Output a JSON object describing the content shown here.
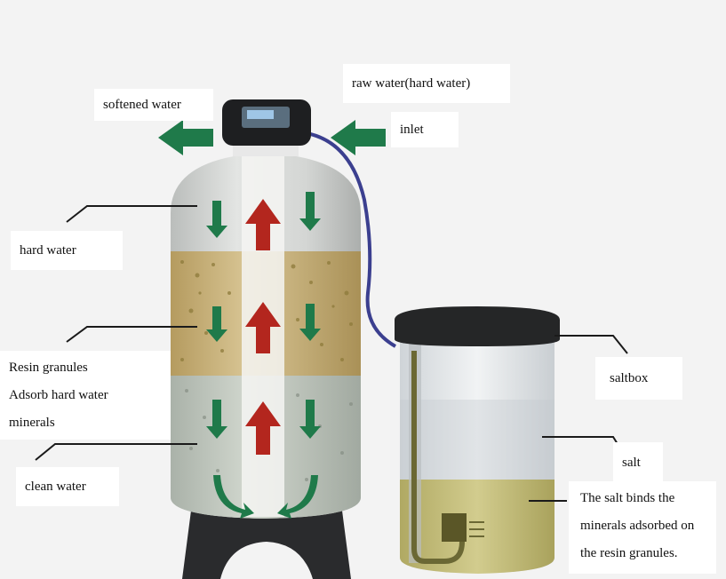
{
  "labels": {
    "raw_water": "raw water(hard water)",
    "softened_water": "softened water",
    "inlet": "inlet",
    "hard_water": "hard water",
    "resin_line1": "Resin granules",
    "resin_line2": "Adsorb hard water",
    "resin_line3": "minerals",
    "clean_water": "clean water",
    "saltbox": "saltbox",
    "salt": "salt",
    "binds_line1": "The salt binds the",
    "binds_line2": "minerals adsorbed on",
    "binds_line3": "the resin granules."
  },
  "colors": {
    "arrow_green": "#1f7a4a",
    "arrow_red": "#b3261e",
    "tank_gray": "#cfd2d0",
    "resin_tan": "#c8b27c",
    "saltbox_cap": "#252627",
    "salt_yellow": "#c4bd78"
  }
}
